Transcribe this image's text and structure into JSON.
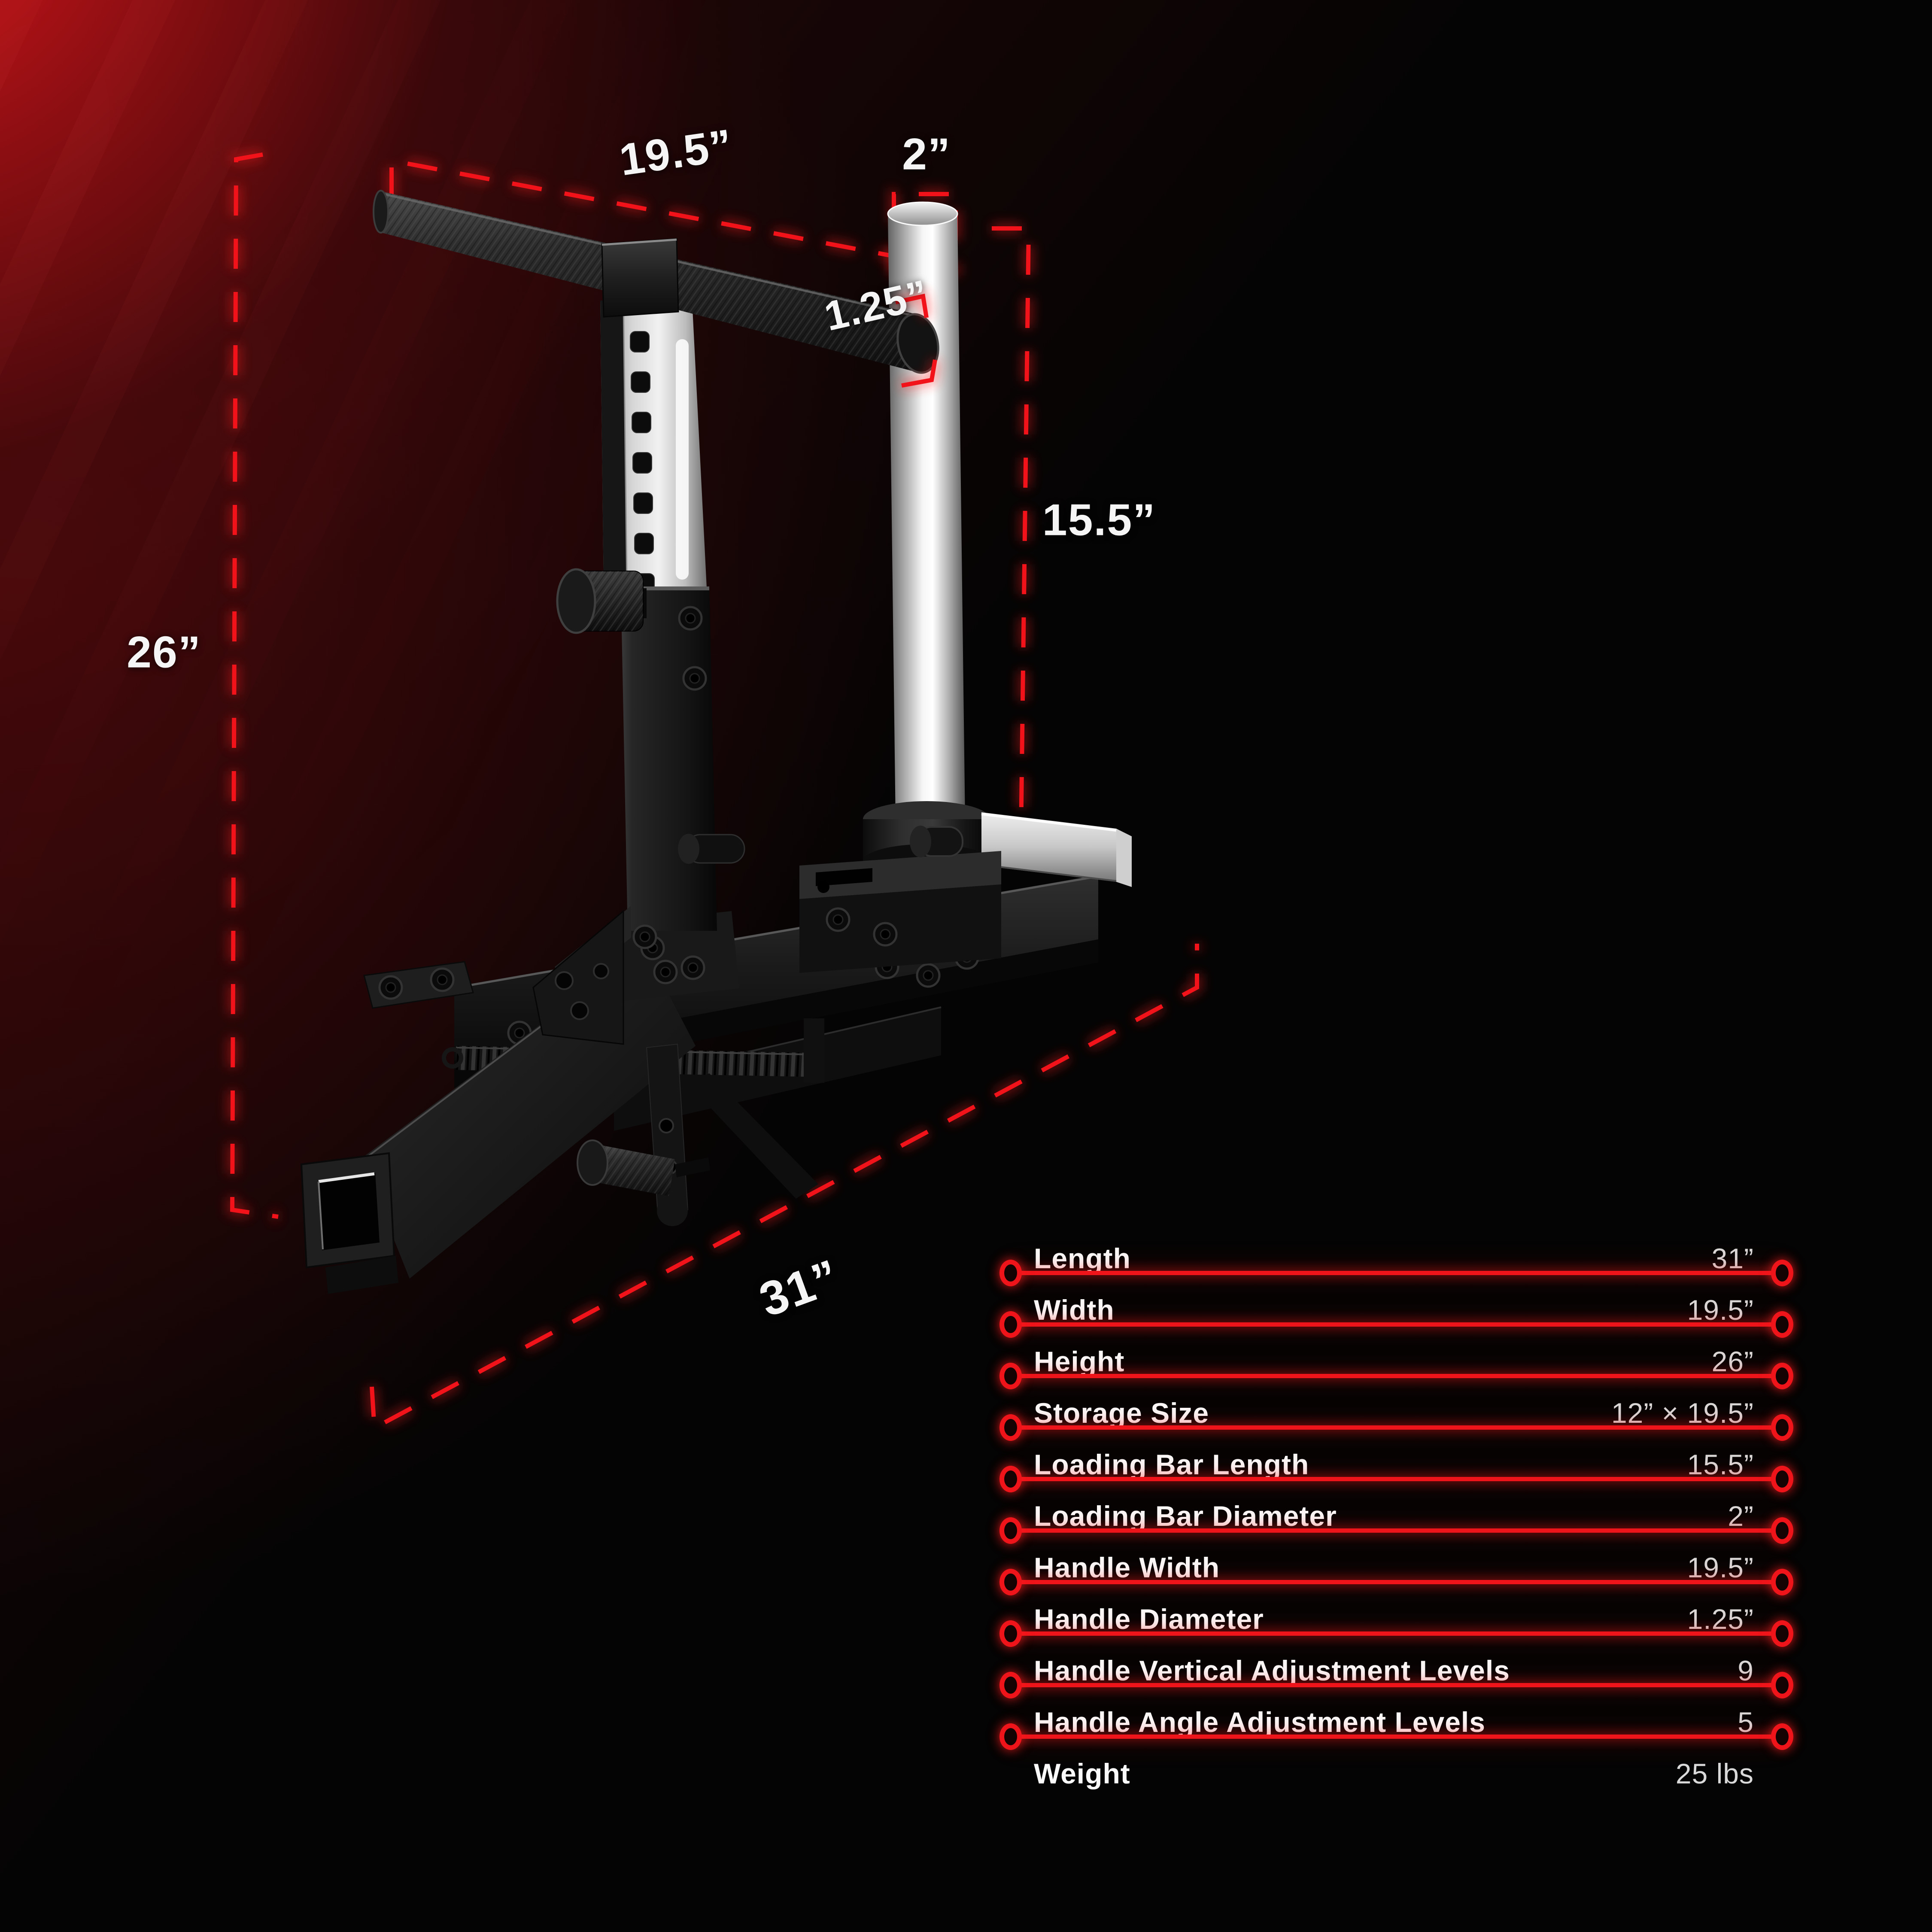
{
  "colors": {
    "background": "#050505",
    "glow_red": "#c8131a",
    "line_red": "#f2141a",
    "label_white": "#f5f5f5",
    "value_gray": "#d9d9d9"
  },
  "annotations": {
    "handle_width": "19.5”",
    "bar_diameter": "2”",
    "handle_diameter": "1.25”",
    "bar_length": "15.5”",
    "height": "26”",
    "length": "31”"
  },
  "spec_table": {
    "rows": [
      {
        "label": "Length",
        "value": "31”"
      },
      {
        "label": "Width",
        "value": "19.5”"
      },
      {
        "label": "Height",
        "value": "26”"
      },
      {
        "label": "Storage Size",
        "value": "12” × 19.5”"
      },
      {
        "label": "Loading Bar Length",
        "value": "15.5”"
      },
      {
        "label": "Loading Bar Diameter",
        "value": "2”"
      },
      {
        "label": "Handle Width",
        "value": "19.5”"
      },
      {
        "label": "Handle Diameter",
        "value": "1.25”"
      },
      {
        "label": "Handle Vertical Adjustment Levels",
        "value": "9"
      },
      {
        "label": "Handle Angle Adjustment Levels",
        "value": "5"
      },
      {
        "label": "Weight",
        "value": "25 lbs"
      }
    ]
  }
}
